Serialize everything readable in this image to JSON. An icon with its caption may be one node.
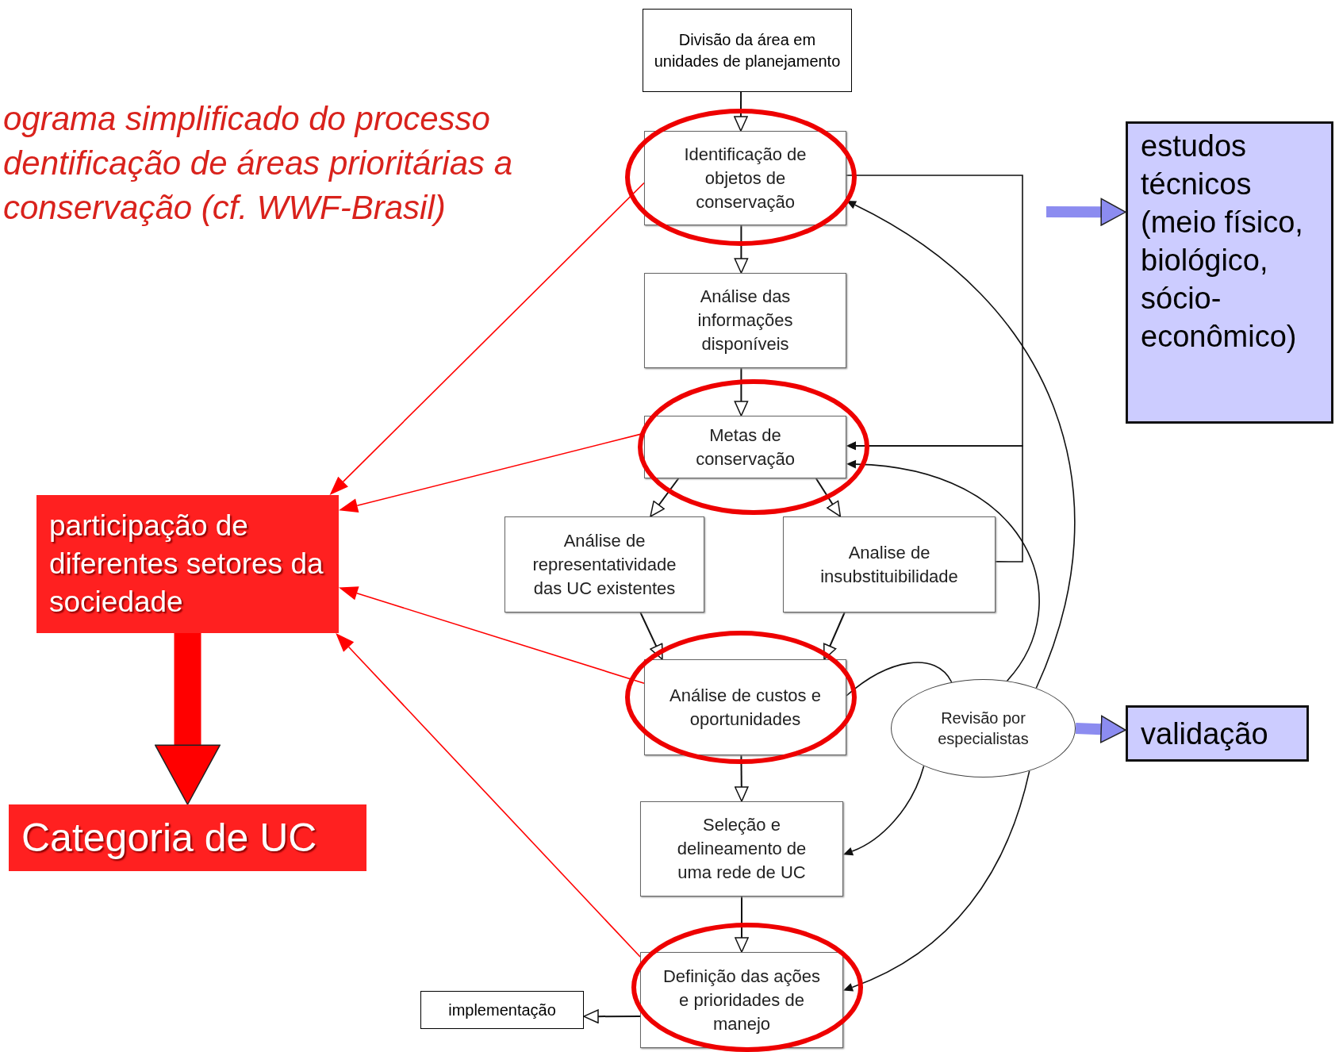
{
  "diagram": {
    "title": "ograma simplificado do processo dentificação de áreas prioritárias a conservação (cf.  WWF-Brasil)",
    "nodes": [
      {
        "text": [
          "Divisão da área em unidades de planejamento"
        ]
      },
      {
        "text": [
          "Identificação de objetos de conservação"
        ]
      },
      {
        "text": [
          "Análise das informações disponíveis"
        ]
      },
      {
        "text": [
          "Metas de conservação"
        ]
      },
      {
        "text": [
          "Análise de representatividade das UC existentes"
        ]
      },
      {
        "text": [
          "Analise de insubstituibilidade"
        ]
      },
      {
        "text": [
          "Análise de custos e oportunidades"
        ]
      },
      {
        "text": [
          "Seleção e delineamento de uma rede de UC"
        ]
      },
      {
        "text": [
          "Definição das ações e prioridades de manejo"
        ]
      },
      {
        "text": [
          "implementação"
        ]
      },
      {
        "text": [
          "Revisão por especialistas"
        ]
      },
      {
        "text": [
          "estudos técnicos (meio físico, biológico, sócio-econômico)"
        ]
      },
      {
        "text": [
          "validação"
        ]
      },
      {
        "text": [
          "participação  de diferentes setores da sociedade"
        ]
      },
      {
        "text": [
          "Categoria de UC"
        ]
      }
    ],
    "edges": [
      {
        "from": 0,
        "to": 1,
        "arrow": "to"
      },
      {
        "from": 1,
        "to": 2,
        "arrow": "to"
      },
      {
        "from": 2,
        "to": 3,
        "arrow": "to"
      },
      {
        "from": 3,
        "to": 4,
        "arrow": "to"
      },
      {
        "from": 3,
        "to": 5,
        "arrow": "to"
      },
      {
        "from": 4,
        "to": 6,
        "arrow": "to"
      },
      {
        "from": 5,
        "to": 6,
        "arrow": "to"
      },
      {
        "from": 6,
        "to": 7,
        "arrow": "to"
      },
      {
        "from": 7,
        "to": 8,
        "arrow": "to"
      },
      {
        "from": 8,
        "to": 9,
        "arrow": "to"
      },
      {
        "from": 1,
        "to": 3,
        "arrow": "to"
      },
      {
        "from": 5,
        "to": 3,
        "arrow": "to"
      },
      {
        "from": 6,
        "to": 10,
        "arrow": "none"
      },
      {
        "from": 10,
        "to": 1,
        "arrow": "to"
      },
      {
        "from": 10,
        "to": 3,
        "arrow": "to"
      },
      {
        "from": 10,
        "to": 7,
        "arrow": "to"
      },
      {
        "from": 10,
        "to": 8,
        "arrow": "to"
      },
      {
        "from": null,
        "to": 11,
        "arrow": "to",
        "style": "thick",
        "color": "#8c8cf0"
      },
      {
        "from": 10,
        "to": 12,
        "arrow": "to",
        "style": "thick",
        "color": "#8c8cf0"
      },
      {
        "from": 13,
        "to": 14,
        "arrow": "to",
        "style": "thick",
        "color": "#ff0000"
      },
      {
        "from": 1,
        "to": 13,
        "arrow": "to",
        "color": "#ff0000"
      },
      {
        "from": 3,
        "to": 13,
        "arrow": "to",
        "color": "#ff0000"
      },
      {
        "from": 6,
        "to": 13,
        "arrow": "to",
        "color": "#ff0000"
      },
      {
        "from": 8,
        "to": 13,
        "arrow": "to",
        "color": "#ff0000"
      }
    ]
  }
}
